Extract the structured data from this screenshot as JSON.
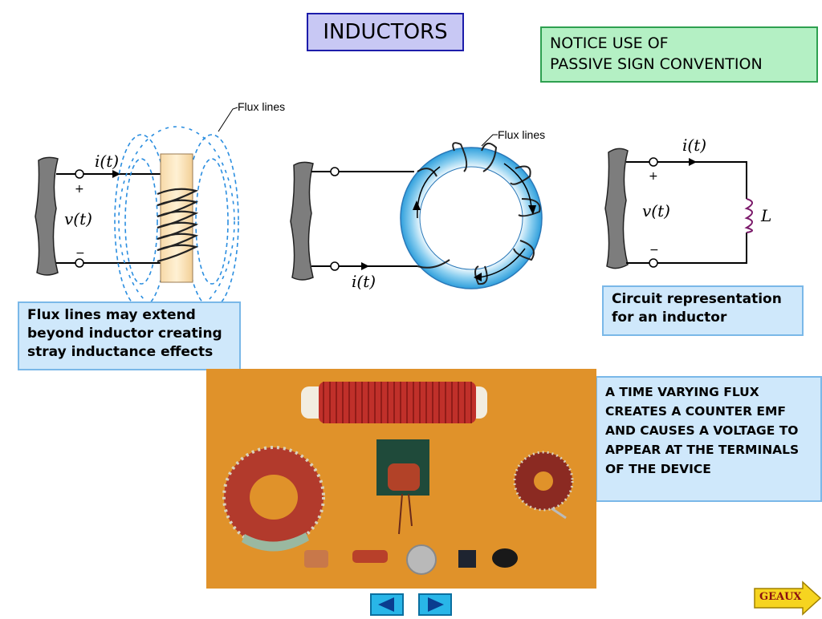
{
  "slide": {
    "title": "INDUCTORS",
    "notice": "NOTICE USE OF\nPASSIVE SIGN CONVENTION"
  },
  "diagrams": {
    "solenoid": {
      "flux_label": "Flux lines",
      "current_label": "i(t)",
      "voltage_label": "v(t)",
      "plus": "+",
      "minus": "−"
    },
    "toroid": {
      "flux_label": "Flux lines",
      "current_label": "i(t)"
    },
    "circuit": {
      "current_label": "i(t)",
      "voltage_label": "v(t)",
      "inductor_label": "L",
      "plus": "+",
      "minus": "−"
    }
  },
  "notes": {
    "flux_note": "Flux lines may extend beyond inductor creating stray inductance effects",
    "circuit_note": "Circuit representation for an inductor",
    "emf_note": "A TIME VARYING FLUX CREATES A COUNTER EMF AND CAUSES A VOLTAGE TO APPEAR AT THE TERMINALS OF THE DEVICE"
  },
  "nav": {
    "prev_icon": "left-triangle-icon",
    "next_icon": "right-triangle-icon",
    "geaux_label": "GEAUX"
  },
  "colors": {
    "title_bg": "#c8c8f4",
    "notice_bg": "#b4f0c4",
    "note_bg": "#cfe8fb",
    "photo_bg": "#e0922a",
    "nav_blue": "#29b6e8",
    "geaux_yellow": "#f6d420"
  }
}
